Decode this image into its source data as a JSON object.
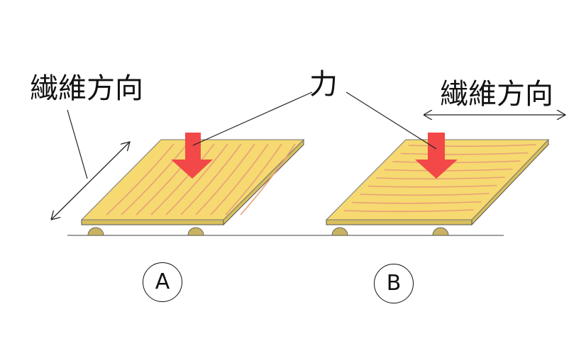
{
  "labels": {
    "fiber_direction_a": "繊維方向",
    "fiber_direction_b": "繊維方向",
    "force": "力",
    "panel_a": "A",
    "panel_b": "B"
  },
  "colors": {
    "board_top": "#f6d970",
    "board_edge": "#d8be5c",
    "grain": "#e8a07a",
    "arrow": "#f24848",
    "roller": "#c9b264"
  }
}
